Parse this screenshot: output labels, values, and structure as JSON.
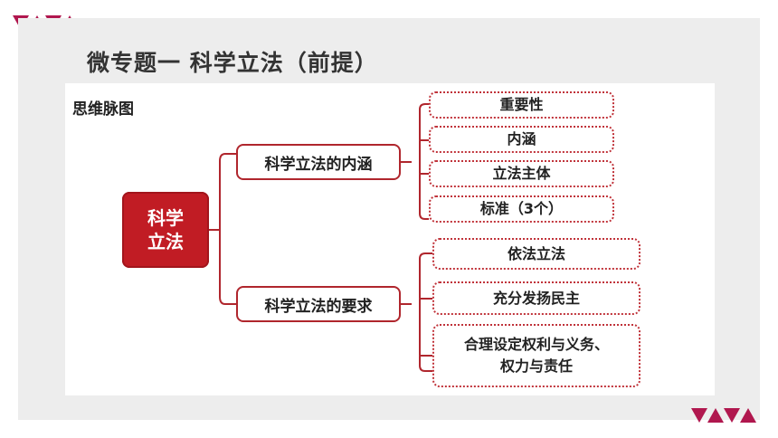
{
  "title": "微专题一  科学立法（前提）",
  "section_label": "思维脉图",
  "root": {
    "line1": "科学",
    "line2": "立法"
  },
  "branches": [
    {
      "label": "科学立法的内涵",
      "leaves": [
        "重要性",
        "内涵",
        "立法主体",
        "标准（3个）"
      ]
    },
    {
      "label": "科学立法的要求",
      "leaves": [
        "依法立法",
        "充分发扬民主",
        "合理设定权利与义务、",
        "权力与责任"
      ]
    }
  ],
  "colors": {
    "accent": "#c11c24",
    "decor": "#b0174e",
    "background": "#ededed"
  }
}
